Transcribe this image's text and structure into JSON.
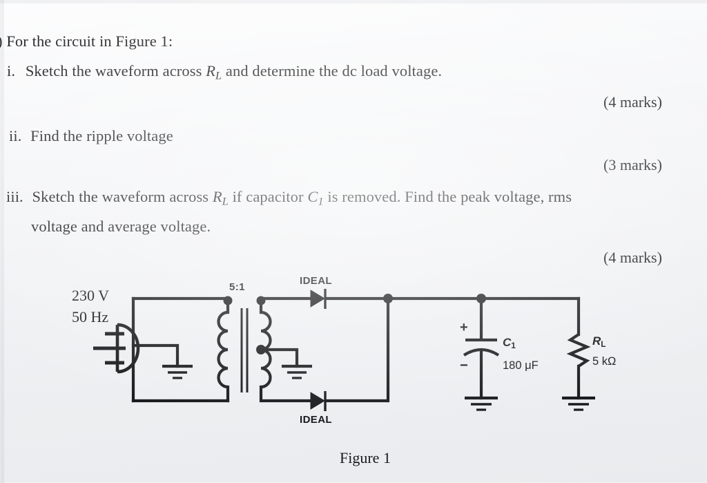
{
  "document": {
    "type": "exam-question-scan",
    "paper_color": "#eef0f2",
    "ink_color": "#18181b"
  },
  "question": {
    "stem": ") For the circuit in Figure 1:",
    "parts": [
      {
        "marker": "i.",
        "text_before_sym": "Sketch the waveform across ",
        "symbol": "R",
        "symbol_sub": "L",
        "text_after_sym": " and determine the dc load voltage.",
        "marks": "(4 marks)"
      },
      {
        "marker": "ii.",
        "text_before_sym": "Find the ripple voltage",
        "symbol": "",
        "symbol_sub": "",
        "text_after_sym": "",
        "marks": "(3 marks)"
      },
      {
        "marker": "iii.",
        "text_before_sym": "Sketch the waveform across ",
        "symbol": "R",
        "symbol_sub": "L",
        "text_mid": " if capacitor ",
        "symbol2": "C",
        "symbol2_sub": "1",
        "text_after_sym": " is removed. Find the peak voltage, rms",
        "continuation": "voltage and average voltage.",
        "marks": "(4 marks)"
      }
    ]
  },
  "figure": {
    "caption": "Figure 1",
    "source": {
      "voltage": "230 V",
      "frequency": "50 Hz",
      "symbol": "mains-plug"
    },
    "transformer": {
      "turns_ratio": "5:1",
      "type": "center-tapped",
      "primary_dot": true,
      "secondary_dot": true
    },
    "diodes": [
      {
        "label": "IDEAL",
        "position": "top"
      },
      {
        "label": "IDEAL",
        "position": "bottom"
      }
    ],
    "capacitor": {
      "ref": "C",
      "ref_sub": "1",
      "value": "180 μF",
      "plus": "+",
      "minus": "−",
      "polarized": true
    },
    "resistor": {
      "ref": "R",
      "ref_sub": "L",
      "value": "5 kΩ"
    }
  }
}
